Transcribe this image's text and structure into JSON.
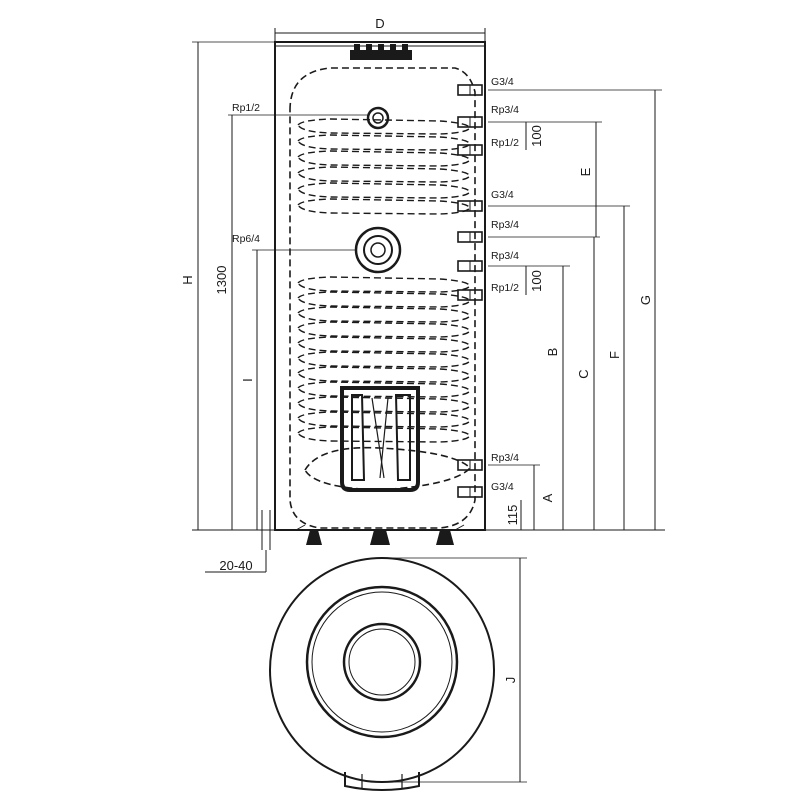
{
  "dimensions": {
    "d": "D",
    "h": "H",
    "h1300": "1300",
    "i": "I",
    "b": "B",
    "c": "C",
    "e": "E",
    "f": "F",
    "g": "G",
    "a": "A",
    "j": "J",
    "d100_top": "100",
    "d100_mid": "100",
    "d115": "115",
    "d20_40": "20-40"
  },
  "connections": {
    "left_top": "Rp1/2",
    "left_mid": "Rp6/4",
    "r1": "G3/4",
    "r2": "Rp3/4",
    "r3": "Rp1/2",
    "r4": "G3/4",
    "r5": "Rp3/4",
    "r6": "Rp3/4",
    "r7": "Rp1/2",
    "r8": "Rp3/4",
    "r9": "G3/4"
  }
}
